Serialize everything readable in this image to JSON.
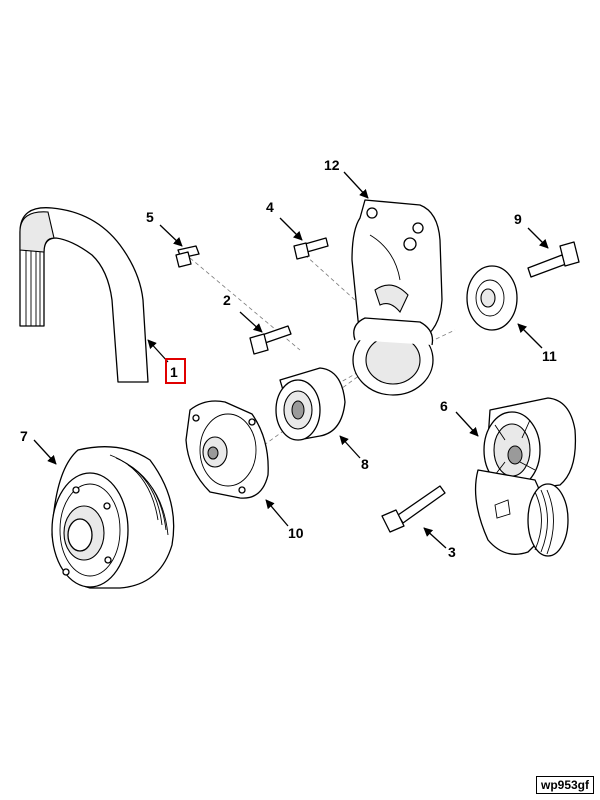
{
  "diagram": {
    "callouts": [
      {
        "id": "c1",
        "label": "1",
        "highlighted": true
      },
      {
        "id": "c2",
        "label": "2"
      },
      {
        "id": "c3",
        "label": "3"
      },
      {
        "id": "c4",
        "label": "4"
      },
      {
        "id": "c5",
        "label": "5"
      },
      {
        "id": "c6",
        "label": "6"
      },
      {
        "id": "c7",
        "label": "7"
      },
      {
        "id": "c8",
        "label": "8"
      },
      {
        "id": "c9",
        "label": "9"
      },
      {
        "id": "c10",
        "label": "10"
      },
      {
        "id": "c11",
        "label": "11"
      },
      {
        "id": "c12",
        "label": "12"
      }
    ],
    "highlight_color": "#e00000",
    "reference_code": "wp953gf"
  }
}
